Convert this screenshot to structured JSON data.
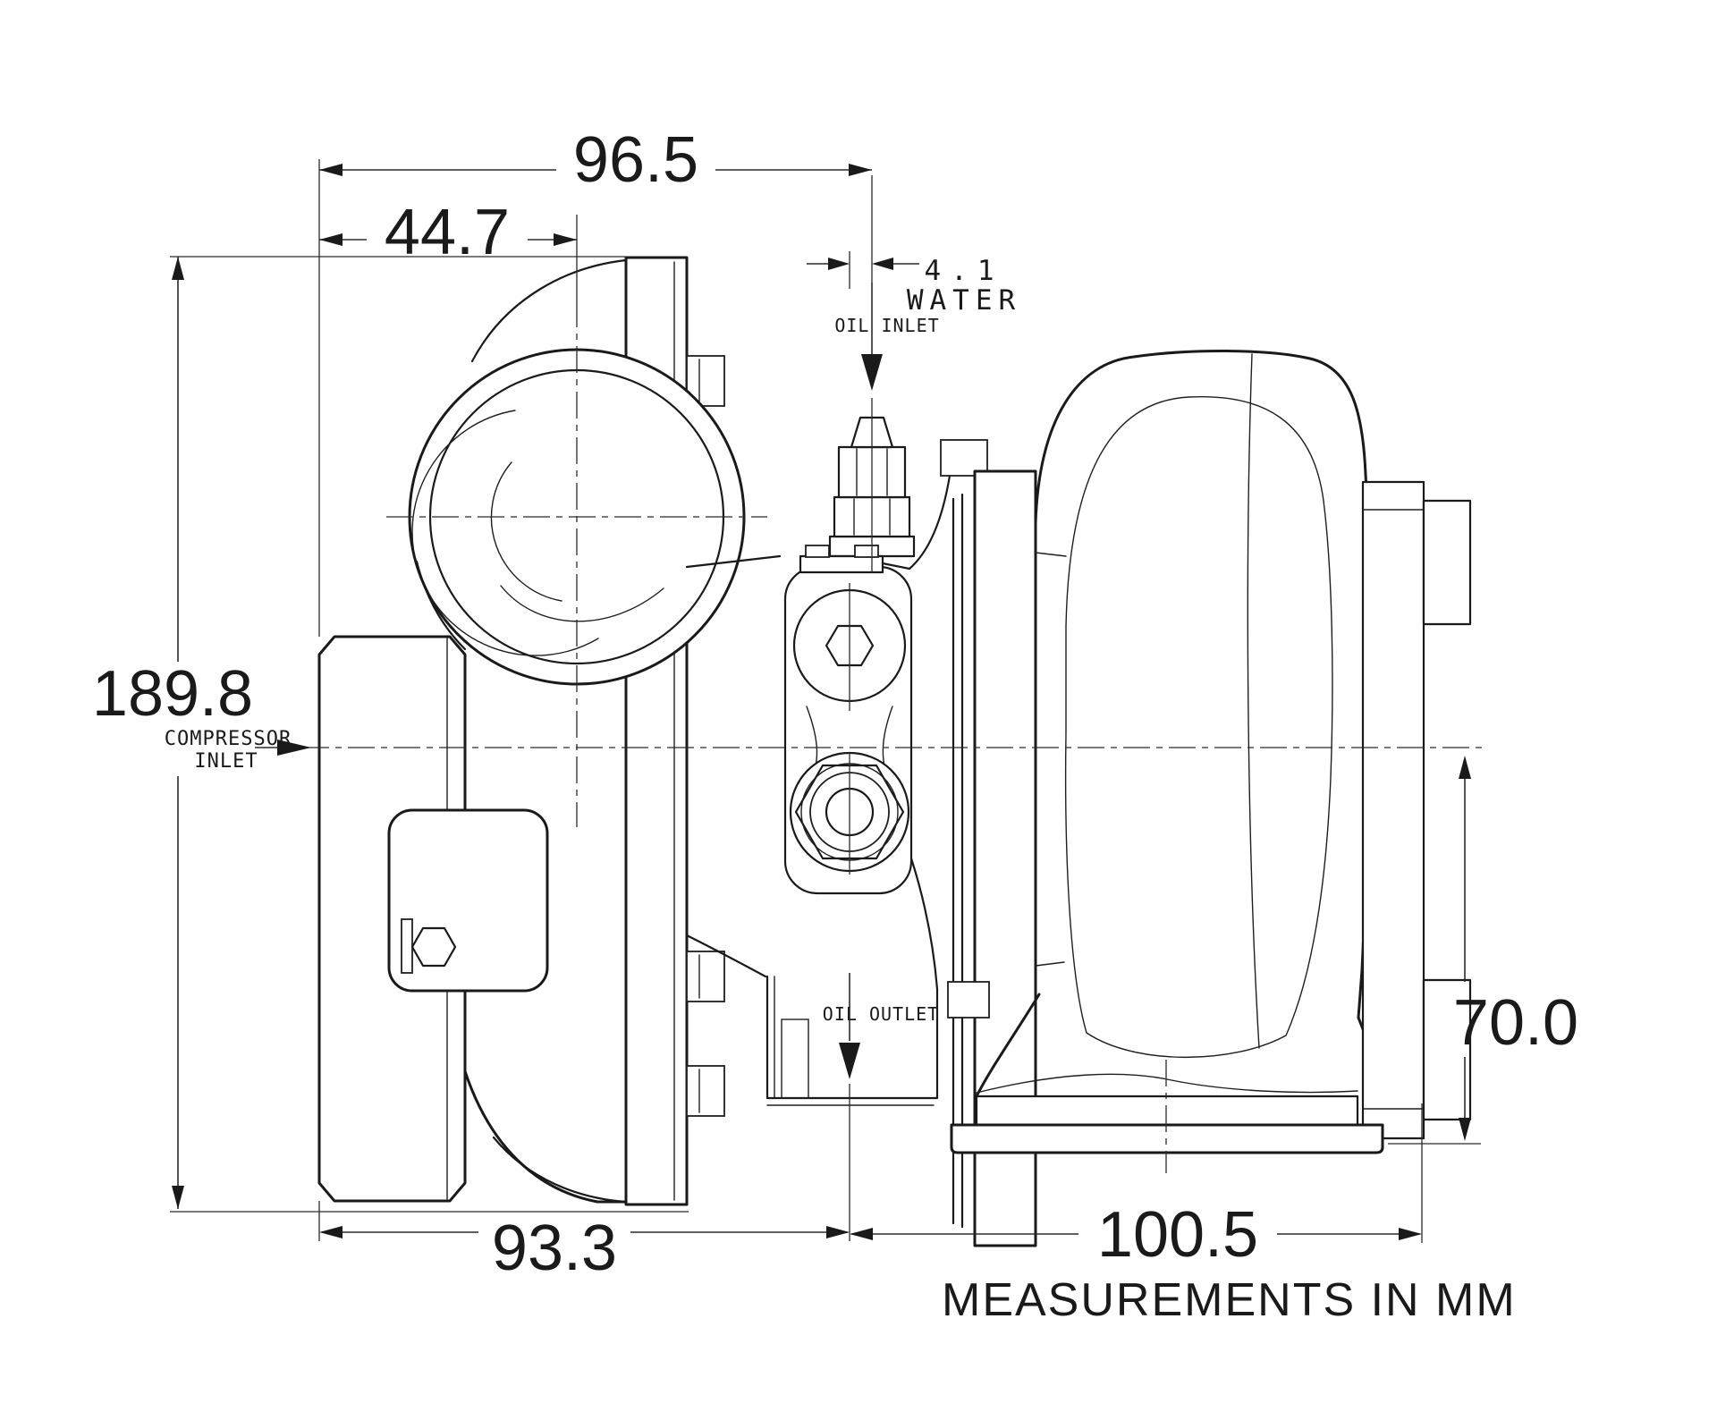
{
  "drawing": {
    "type": "turbocharger-side-view-dimension-drawing",
    "units": "mm"
  },
  "dims": {
    "inlet_face_to_oil_inlet_cl": "96.5",
    "inlet_face_to_compressor_cl": "44.7",
    "overall_height": "189.8",
    "oil_inlet_to_water_offset": "4.1",
    "inlet_face_to_oil_outlet_cl": "93.3",
    "oil_outlet_cl_to_turbine_outlet_face": "100.5",
    "turbine_cl_to_inlet_flange_base": "70.0"
  },
  "labels": {
    "water": "WATER",
    "oil_inlet": "OIL INLET",
    "oil_outlet": "OIL OUTLET",
    "compressor_inlet_line1": "COMPRESSOR",
    "compressor_inlet_line2": "INLET",
    "units_note": "MEASUREMENTS IN MM"
  },
  "colors": {
    "ink": "#1a1a1a",
    "dim_line": "#2b2b2b",
    "background": "#ffffff"
  }
}
